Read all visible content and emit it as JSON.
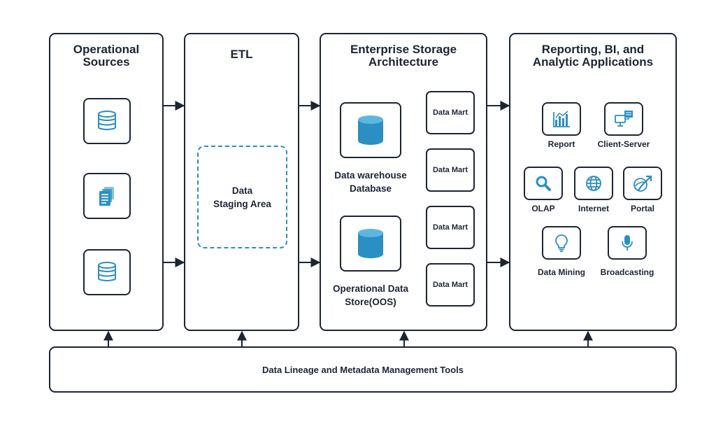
{
  "colors": {
    "outline": "#1d2533",
    "accent": "#2a8fc3"
  },
  "columns": {
    "sources": {
      "title_line1": "Operational",
      "title_line2": "Sources"
    },
    "etl": {
      "title": "ETL",
      "staging_line1": "Data",
      "staging_line2": "Staging Area"
    },
    "storage": {
      "title_line1": "Enterprise Storage",
      "title_line2": "Architecture",
      "warehouse_line1": "Data warehouse",
      "warehouse_line2": "Database",
      "ods_line1": "Operational Data",
      "ods_line2": "Store(OOS)",
      "marts": [
        "Data Mart",
        "Data Mart",
        "Data Mart",
        "Data Mart"
      ]
    },
    "apps": {
      "title_line1": "Reporting, BI, and",
      "title_line2": "Analytic Applications",
      "items": [
        {
          "label": "Report",
          "icon": "bar-chart-icon"
        },
        {
          "label": "Client-Server",
          "icon": "client-server-icon"
        },
        {
          "label": "OLAP",
          "icon": "magnifier-icon"
        },
        {
          "label": "Internet",
          "icon": "globe-icon"
        },
        {
          "label": "Portal",
          "icon": "portal-icon"
        },
        {
          "label": "Data Mining",
          "icon": "lightbulb-icon"
        },
        {
          "label": "Broadcasting",
          "icon": "microphone-icon"
        }
      ]
    }
  },
  "source_icons": [
    "database-icon",
    "documents-icon",
    "database-icon"
  ],
  "footer": {
    "label": "Data Lineage and Metadata Management Tools"
  }
}
